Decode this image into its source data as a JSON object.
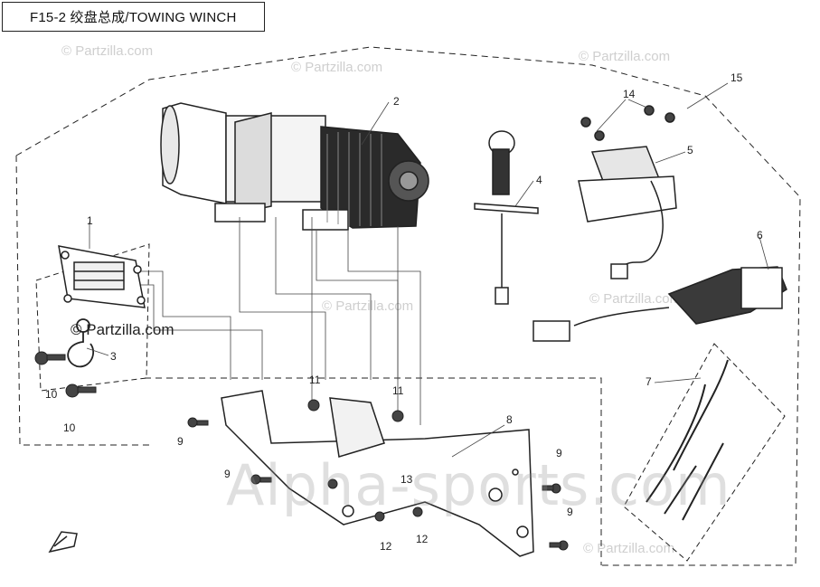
{
  "title": "F15-2 绞盘总成/TOWING WINCH",
  "callouts": {
    "c1": "1",
    "c2": "2",
    "c3": "3",
    "c4": "4",
    "c5": "5",
    "c6": "6",
    "c7": "7",
    "c8": "8",
    "c9a": "9",
    "c9b": "9",
    "c9c": "9",
    "c9d": "9",
    "c10a": "10",
    "c10b": "10",
    "c11a": "11",
    "c11b": "11",
    "c12a": "12",
    "c12b": "12",
    "c13": "13",
    "c14": "14",
    "c15": "15"
  },
  "watermarks": {
    "partzilla": "© Partzilla.com",
    "partzilla_dark": "© Partzilla.com",
    "alpha": "Alpha-sports.com"
  },
  "colors": {
    "line": "#222222",
    "watermark": "#cfcfcf"
  }
}
